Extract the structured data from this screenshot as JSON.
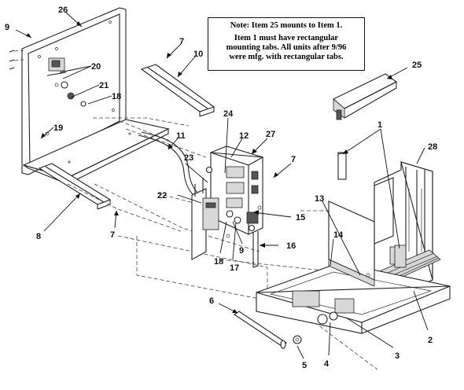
{
  "note": {
    "line1": "Note: Item 25 mounts to Item 1.",
    "line2": "Item 1 must have rectangular",
    "line3": "mounting tabs. All units after 9/96",
    "line4": "were mfg. with rectangular tabs."
  },
  "callouts": [
    {
      "id": "c1",
      "label": "1"
    },
    {
      "id": "c3",
      "label": "3"
    },
    {
      "id": "c2",
      "label": "2"
    },
    {
      "id": "c4",
      "label": "4"
    },
    {
      "id": "c5",
      "label": "5"
    },
    {
      "id": "c6",
      "label": "6"
    },
    {
      "id": "c7a",
      "label": "7"
    },
    {
      "id": "c7b",
      "label": "7"
    },
    {
      "id": "c7c",
      "label": "7"
    },
    {
      "id": "c8",
      "label": "8"
    },
    {
      "id": "c9a",
      "label": "9"
    },
    {
      "id": "c9b",
      "label": "9"
    },
    {
      "id": "c10",
      "label": "10"
    },
    {
      "id": "c11",
      "label": "11"
    },
    {
      "id": "c12",
      "label": "12"
    },
    {
      "id": "c13",
      "label": "13"
    },
    {
      "id": "c14",
      "label": "14"
    },
    {
      "id": "c15",
      "label": "15"
    },
    {
      "id": "c16",
      "label": "16"
    },
    {
      "id": "c17",
      "label": "17"
    },
    {
      "id": "c18a",
      "label": "18"
    },
    {
      "id": "c18b",
      "label": "18"
    },
    {
      "id": "c19",
      "label": "19"
    },
    {
      "id": "c20",
      "label": "20"
    },
    {
      "id": "c21",
      "label": "21"
    },
    {
      "id": "c22",
      "label": "22"
    },
    {
      "id": "c23",
      "label": "23"
    },
    {
      "id": "c24",
      "label": "24"
    },
    {
      "id": "c25",
      "label": "25"
    },
    {
      "id": "c26",
      "label": "26"
    },
    {
      "id": "c27",
      "label": "27"
    },
    {
      "id": "c28",
      "label": "28"
    }
  ]
}
